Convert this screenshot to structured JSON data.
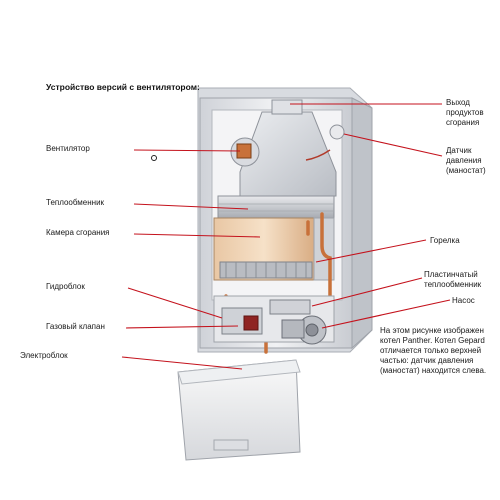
{
  "title": "Устройство версий с вентилятором:",
  "labels": {
    "fan": "Вентилятор",
    "heat_exchanger": "Теплообменник",
    "combustion_chamber": "Камера сгорания",
    "hydroblock": "Гидроблок",
    "gas_valve": "Газовый клапан",
    "electroblock": "Электроблок",
    "exhaust": [
      "Выход",
      "продуктов",
      "сгорания"
    ],
    "pressure_sensor": [
      "Датчик",
      "давления",
      "(маностат)"
    ],
    "burner": "Горелка",
    "plate_exchanger": [
      "Пластинчатый",
      "теплообменник"
    ],
    "pump": "Насос"
  },
  "note": [
    "На этом рисунке изображен",
    "котел Panther.  Котел Gepard",
    "отличается только верхней",
    "частью: датчик давления",
    "(маностат) находится слева."
  ],
  "colors": {
    "leader": "#c4121c",
    "frame": "#e4e6ea",
    "copper": "#c8713a"
  }
}
